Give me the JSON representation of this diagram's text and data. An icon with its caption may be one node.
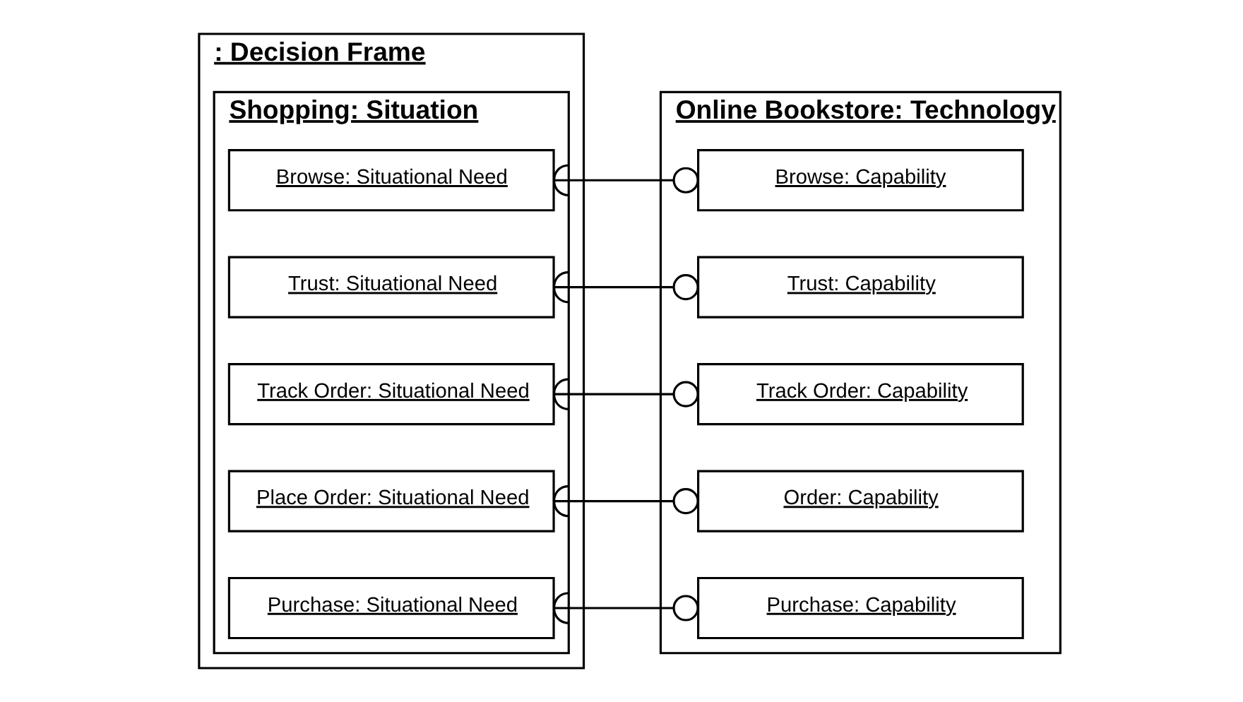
{
  "diagram": {
    "nodes": [
      {
        "text": [
          ": Decision Frame"
        ]
      },
      {
        "text": [
          "Shopping: Situation"
        ],
        "in": 0
      },
      {
        "text": [
          "Browse: Situational Need"
        ],
        "in": 1
      },
      {
        "text": [
          "Trust: Situational Need"
        ],
        "in": 1
      },
      {
        "text": [
          "Track Order: Situational Need"
        ],
        "in": 1
      },
      {
        "text": [
          "Place Order: Situational Need"
        ],
        "in": 1
      },
      {
        "text": [
          "Purchase: Situational Need"
        ],
        "in": 1
      },
      {
        "text": [
          "Online Bookstore: Technology"
        ]
      },
      {
        "text": [
          "Browse: Capability"
        ],
        "in": 7
      },
      {
        "text": [
          "Trust: Capability"
        ],
        "in": 7
      },
      {
        "text": [
          "Track Order: Capability"
        ],
        "in": 7
      },
      {
        "text": [
          "Order: Capability"
        ],
        "in": 7
      },
      {
        "text": [
          "Purchase: Capability"
        ],
        "in": 7
      }
    ],
    "edges": [
      {
        "from": 2,
        "to": 8,
        "arrow": "other"
      },
      {
        "from": 3,
        "to": 9,
        "arrow": "other"
      },
      {
        "from": 4,
        "to": 10,
        "arrow": "other"
      },
      {
        "from": 5,
        "to": 11,
        "arrow": "other"
      },
      {
        "from": 6,
        "to": 12,
        "arrow": "other"
      }
    ]
  }
}
